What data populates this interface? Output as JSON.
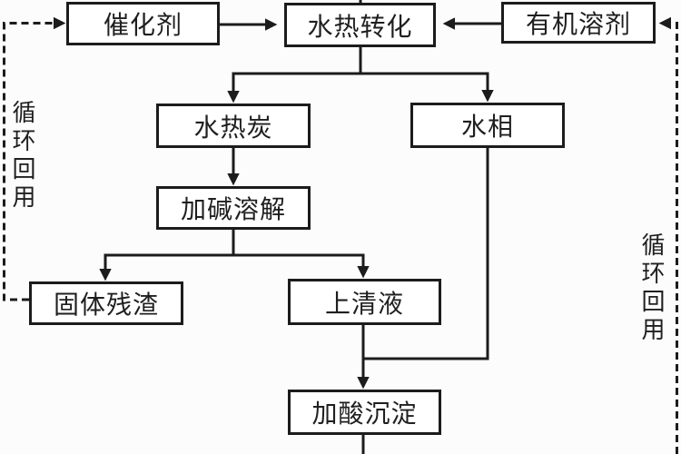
{
  "diagram_type": "flowchart",
  "nodes": {
    "catalyst": "催化剂",
    "hydrothermal_conversion": "水热转化",
    "organic_solvent": "有机溶剂",
    "hydrochar": "水热炭",
    "aqueous_phase": "水相",
    "alkali_dissolution": "加碱溶解",
    "solid_residue": "固体残渣",
    "supernatant": "上清液",
    "acid_precipitation": "加酸沉淀"
  },
  "side_labels": {
    "left_recycle": "循环回用",
    "right_recycle": "循环回用"
  },
  "edges": [
    {
      "from": "catalyst",
      "to": "hydrothermal_conversion",
      "style": "solid",
      "arrow": true
    },
    {
      "from": "organic_solvent",
      "to": "hydrothermal_conversion",
      "style": "solid",
      "arrow": true
    },
    {
      "from": "top-edge-offscreen",
      "to": "hydrothermal_conversion",
      "style": "solid",
      "arrow": false
    },
    {
      "from": "hydrothermal_conversion",
      "to": "hydrochar",
      "style": "solid",
      "arrow": true
    },
    {
      "from": "hydrothermal_conversion",
      "to": "aqueous_phase",
      "style": "solid",
      "arrow": true
    },
    {
      "from": "hydrochar",
      "to": "alkali_dissolution",
      "style": "solid",
      "arrow": true
    },
    {
      "from": "alkali_dissolution",
      "to": "solid_residue",
      "style": "solid",
      "arrow": true
    },
    {
      "from": "alkali_dissolution",
      "to": "supernatant",
      "style": "solid",
      "arrow": true
    },
    {
      "from": "aqueous_phase",
      "to": "acid_precipitation",
      "style": "solid",
      "arrow": false,
      "note": "merges into supernatant line"
    },
    {
      "from": "supernatant",
      "to": "acid_precipitation",
      "style": "solid",
      "arrow": true
    },
    {
      "from": "acid_precipitation",
      "to": "bottom-edge-offscreen",
      "style": "solid",
      "arrow": false
    },
    {
      "from": "solid_residue",
      "to": "catalyst",
      "style": "dashed",
      "arrow": true,
      "label": "循环回用"
    },
    {
      "from": "bottom-edge-offscreen",
      "to": "organic_solvent",
      "style": "dashed",
      "arrow": true,
      "label": "循环回用"
    }
  ],
  "colors": {
    "line": "#1c1c1c",
    "box_border": "#1c1c1c",
    "box_fill": "#ffffff",
    "text": "#1f1f1f",
    "background": "#fcfcfc"
  }
}
